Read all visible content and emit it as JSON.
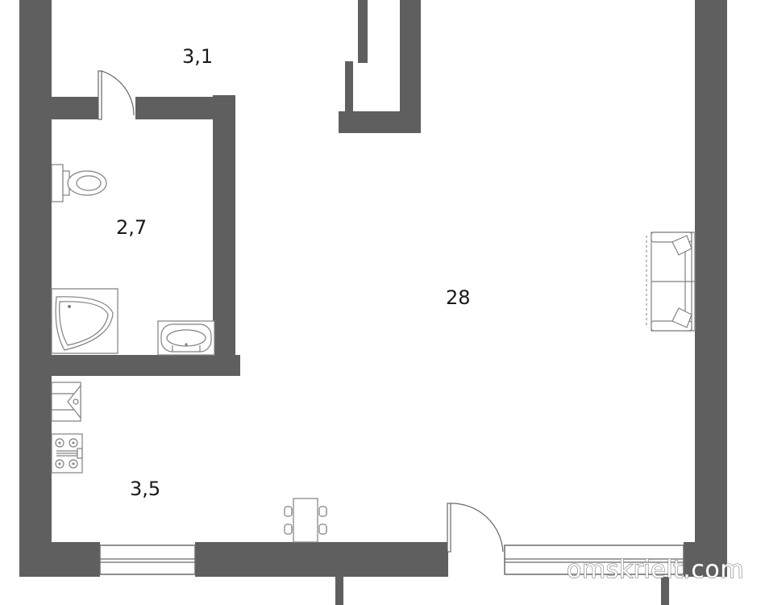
{
  "colors": {
    "wall": "#5f5f5f",
    "fixture_stroke": "#808080",
    "background": "#ffffff"
  },
  "rooms": {
    "hallway": {
      "area": "3,1"
    },
    "bathroom": {
      "area": "2,7"
    },
    "living": {
      "area": "28"
    },
    "kitchen": {
      "area": "3,5"
    }
  },
  "watermark": {
    "text": "omskrielt.com"
  }
}
